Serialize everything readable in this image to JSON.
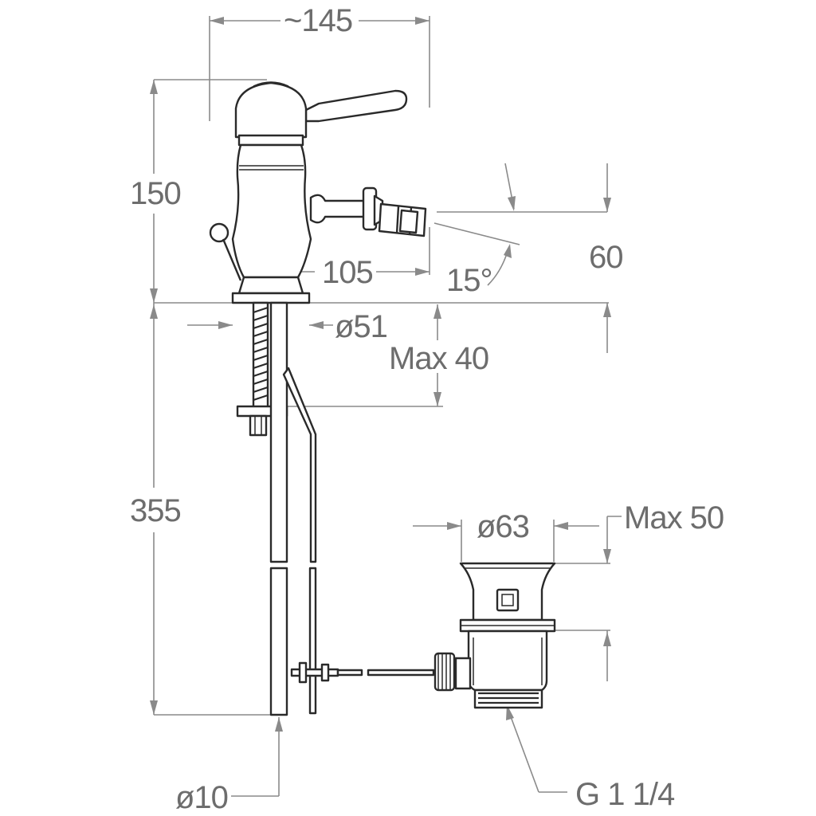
{
  "dimensions": {
    "width_top": "~145",
    "body_height": "150",
    "reach": "105",
    "spout_drop": "60",
    "angle": "15°",
    "base_diameter": "ø51",
    "max_deck": "Max 40",
    "supply_length": "355",
    "waste_diameter": "ø63",
    "max_waste": "Max 50",
    "rod_diameter": "ø10",
    "thread": "G 1 1/4"
  }
}
